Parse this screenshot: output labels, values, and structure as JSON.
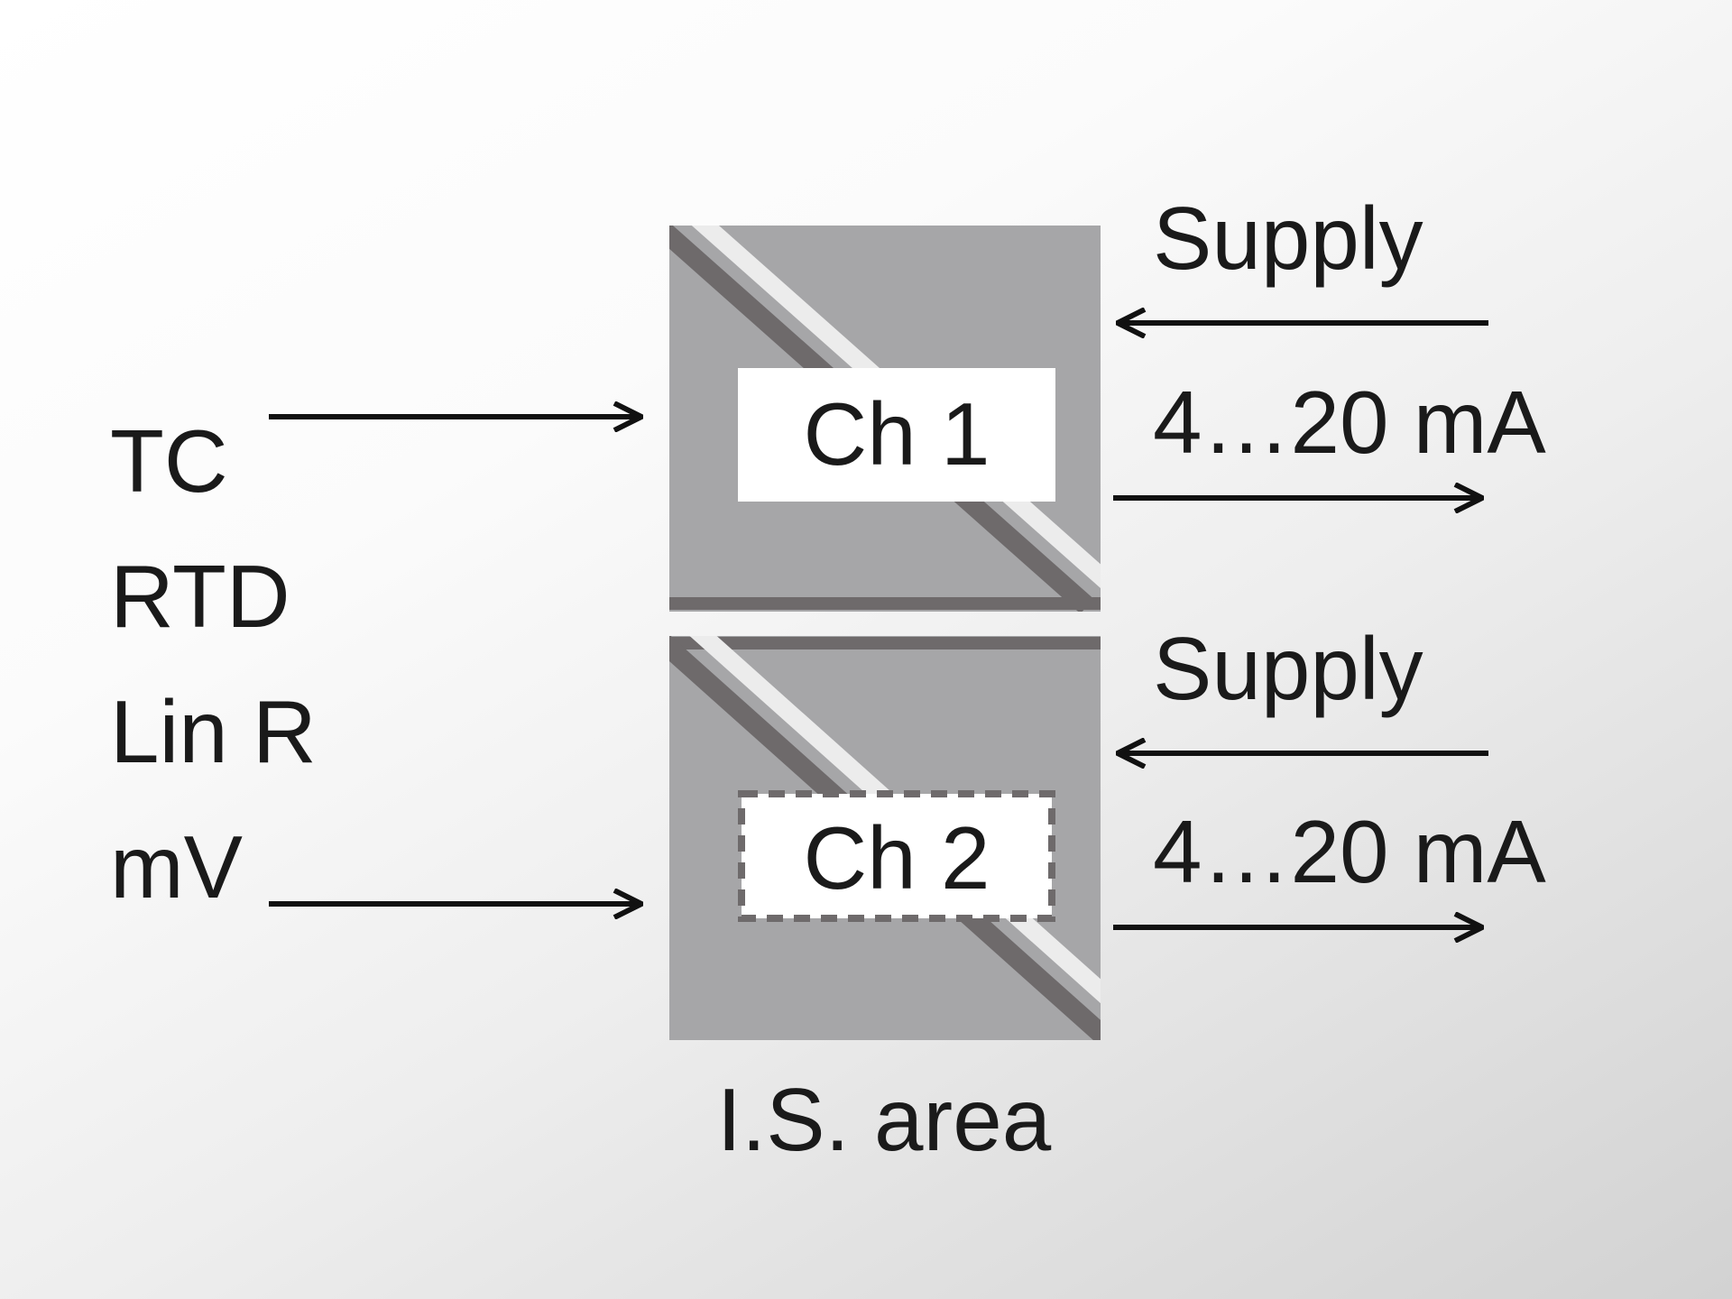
{
  "inputs": [
    "TC",
    "RTD",
    "Lin R",
    "mV"
  ],
  "channels": [
    {
      "label": "Ch 1",
      "supply_label": "Supply",
      "output_label": "4…20 mA"
    },
    {
      "label": "Ch 2",
      "supply_label": "Supply",
      "output_label": "4…20 mA"
    }
  ],
  "area_label": "I.S. area",
  "colors": {
    "module_fill": "#a6a6a8",
    "stripe_dark": "#6e6a6b",
    "label_box": "#ffffff",
    "text": "#1a1a1a",
    "arrow": "#111111"
  }
}
